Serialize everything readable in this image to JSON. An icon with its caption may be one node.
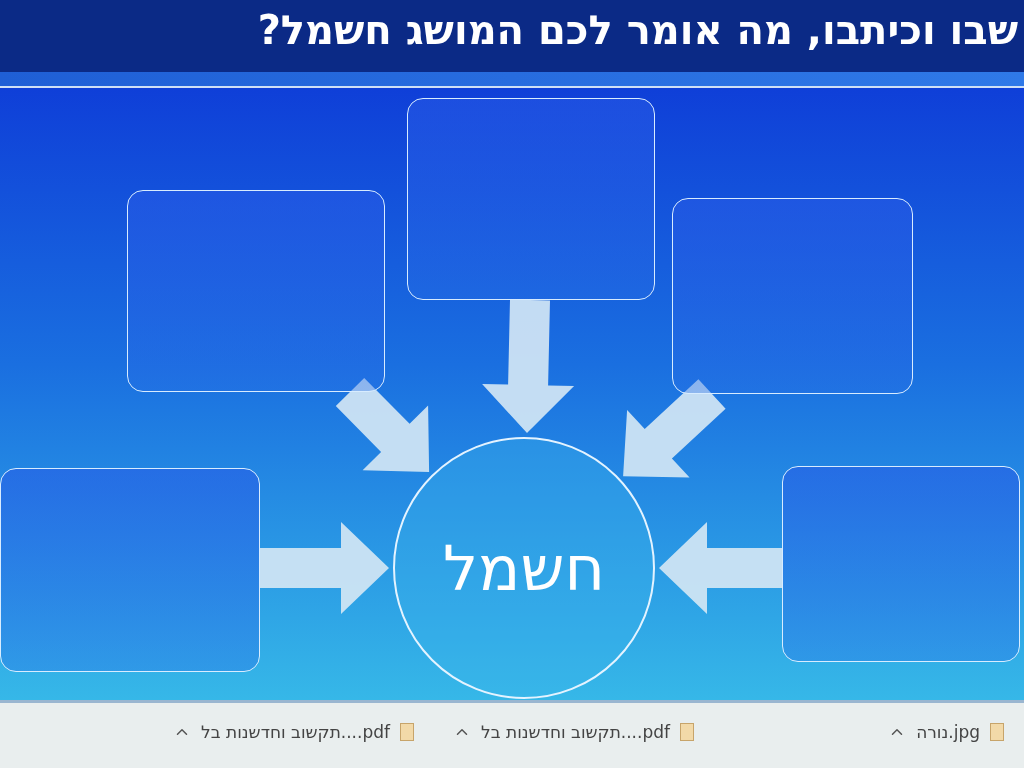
{
  "diagram": {
    "title": "שבו וכיתבו, מה אומר לכם המושג חשמל?",
    "nodes": [
      {
        "text": [],
        "shape": "box"
      },
      {
        "text": [],
        "shape": "box"
      },
      {
        "text": [],
        "shape": "box"
      },
      {
        "text": [],
        "shape": "box"
      },
      {
        "text": [
          "חשמל"
        ]
      },
      {
        "text": [],
        "shape": "box"
      }
    ],
    "edges": [
      {
        "from": 0,
        "to": 4,
        "arrow": "to",
        "style": "thick"
      },
      {
        "from": 1,
        "to": 4,
        "arrow": "to",
        "style": "thick"
      },
      {
        "from": 2,
        "to": 4,
        "arrow": "to",
        "style": "thick"
      },
      {
        "from": 3,
        "to": 4,
        "arrow": "to",
        "style": "thick"
      },
      {
        "from": 5,
        "to": 4,
        "arrow": "to",
        "style": "thick"
      }
    ],
    "labels": [
      "נורה.jpg",
      "תקשוב וחדשנות בל....pdf",
      "תקשוב וחדשנות בל....pdf"
    ]
  }
}
